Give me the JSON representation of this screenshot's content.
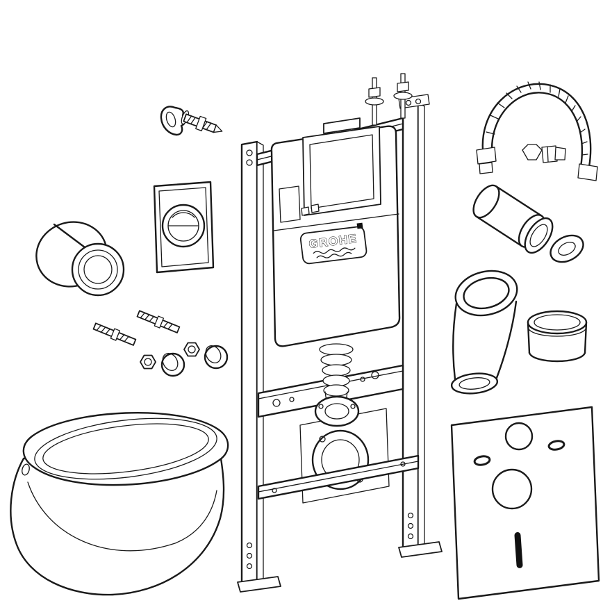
{
  "diagram": {
    "brand_label": "GROHE",
    "colors": {
      "line": "#1a1a1a",
      "background": "#ffffff"
    },
    "parts": [
      "wall-bracket-screw",
      "flush-actuator-grommet",
      "flush-plate",
      "installation-frame",
      "concealed-cistern",
      "hanger-bolts",
      "flush-bend",
      "outlet-ring",
      "supply-hose",
      "angle-valve",
      "connector-pipe",
      "seal-ring",
      "outlet-elbow",
      "gasket-cup",
      "mounting-rods",
      "fixing-nuts",
      "dome-caps",
      "wall-hung-toilet",
      "sound-insulation-mat"
    ]
  }
}
